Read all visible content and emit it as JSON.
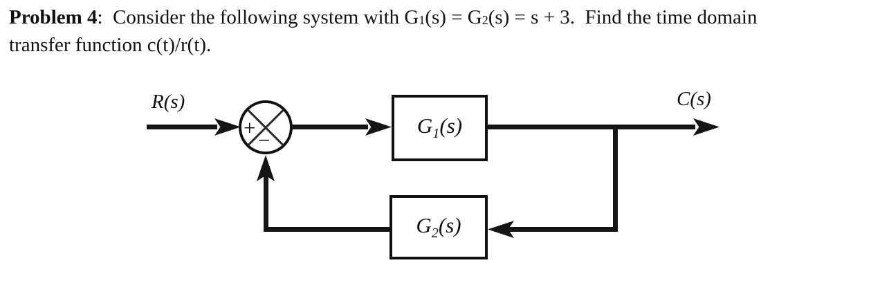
{
  "page": {
    "background": "#ffffff",
    "ink": "#111111"
  },
  "problem": {
    "number": "Problem 4",
    "colon": ":",
    "line1_a": "  Consider the following system with G",
    "sub1": "1",
    "line1_b": "(s) = G",
    "sub2": "2",
    "line1_c": "(s) = s + 3.  Find the time domain",
    "line2": "transfer function c(t)/r(t)."
  },
  "diagram": {
    "input_label": "R(s)",
    "output_label": "C(s)",
    "summing": {
      "plus": "+",
      "minus": "−"
    },
    "g1": {
      "base": "G",
      "sub": "1",
      "args": "(s)"
    },
    "g2": {
      "base": "G",
      "sub": "2",
      "args": "(s)"
    }
  }
}
